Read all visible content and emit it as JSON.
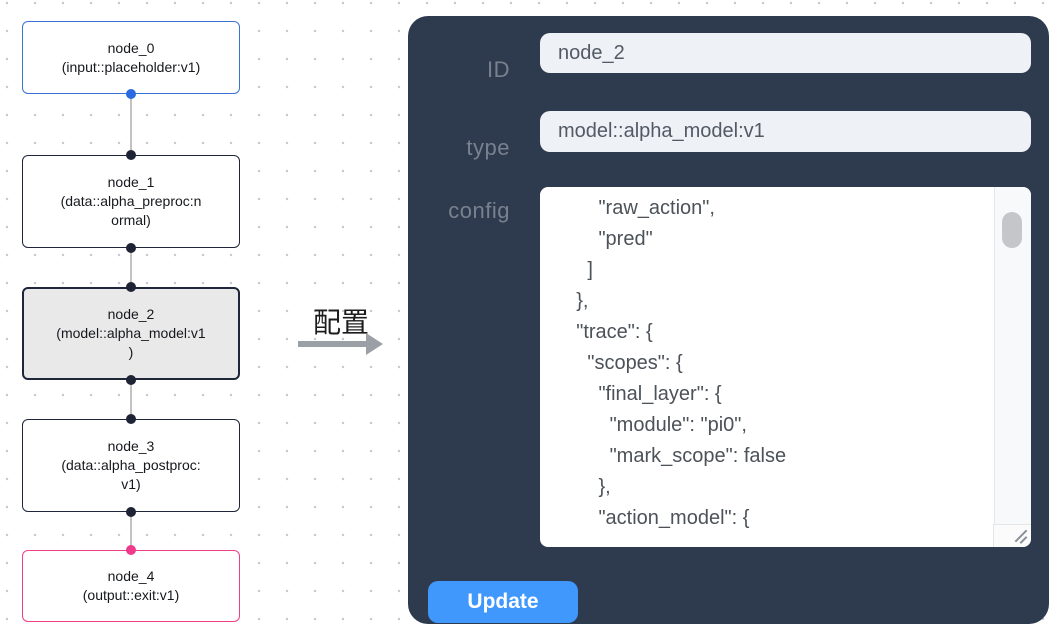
{
  "graph": {
    "nodes": [
      {
        "id": "node_0",
        "accent": "blue",
        "lines": [
          "node_0",
          "(input::placeholder:v1)"
        ]
      },
      {
        "id": "node_1",
        "accent": "default",
        "lines": [
          "node_1",
          "(data::alpha_preproc:n",
          "ormal)"
        ]
      },
      {
        "id": "node_2",
        "accent": "selected",
        "lines": [
          "node_2",
          "(model::alpha_model:v1",
          ")"
        ]
      },
      {
        "id": "node_3",
        "accent": "default",
        "lines": [
          "node_3",
          "(data::alpha_postproc:",
          "v1)"
        ]
      },
      {
        "id": "node_4",
        "accent": "pink",
        "lines": [
          "node_4",
          "(output::exit:v1)"
        ]
      }
    ]
  },
  "transition": {
    "label": "配置"
  },
  "panel": {
    "fields": [
      {
        "label": "ID",
        "value": "node_2"
      },
      {
        "label": "type",
        "value": "model::alpha_model:v1"
      }
    ],
    "config": {
      "label": "config",
      "visible_lines": [
        "        \"raw_action\",",
        "        \"pred\"",
        "      ]",
        "    },",
        "    \"trace\": {",
        "      \"scopes\": {",
        "        \"final_layer\": {",
        "          \"module\": \"pi0\",",
        "          \"mark_scope\": false",
        "        },",
        "        \"action_model\": {"
      ]
    },
    "update_label": "Update"
  },
  "colors": {
    "panel_bg": "#2e3a4d",
    "accent_blue_node": "#3b72d8",
    "accent_pink_node": "#ee3f87",
    "selected_node_bg": "#e9e9e9",
    "update_button": "#4198fc",
    "port_blue": "#2b6ae0",
    "port_pink": "#f03a8c",
    "port_dark": "#1e2436"
  }
}
